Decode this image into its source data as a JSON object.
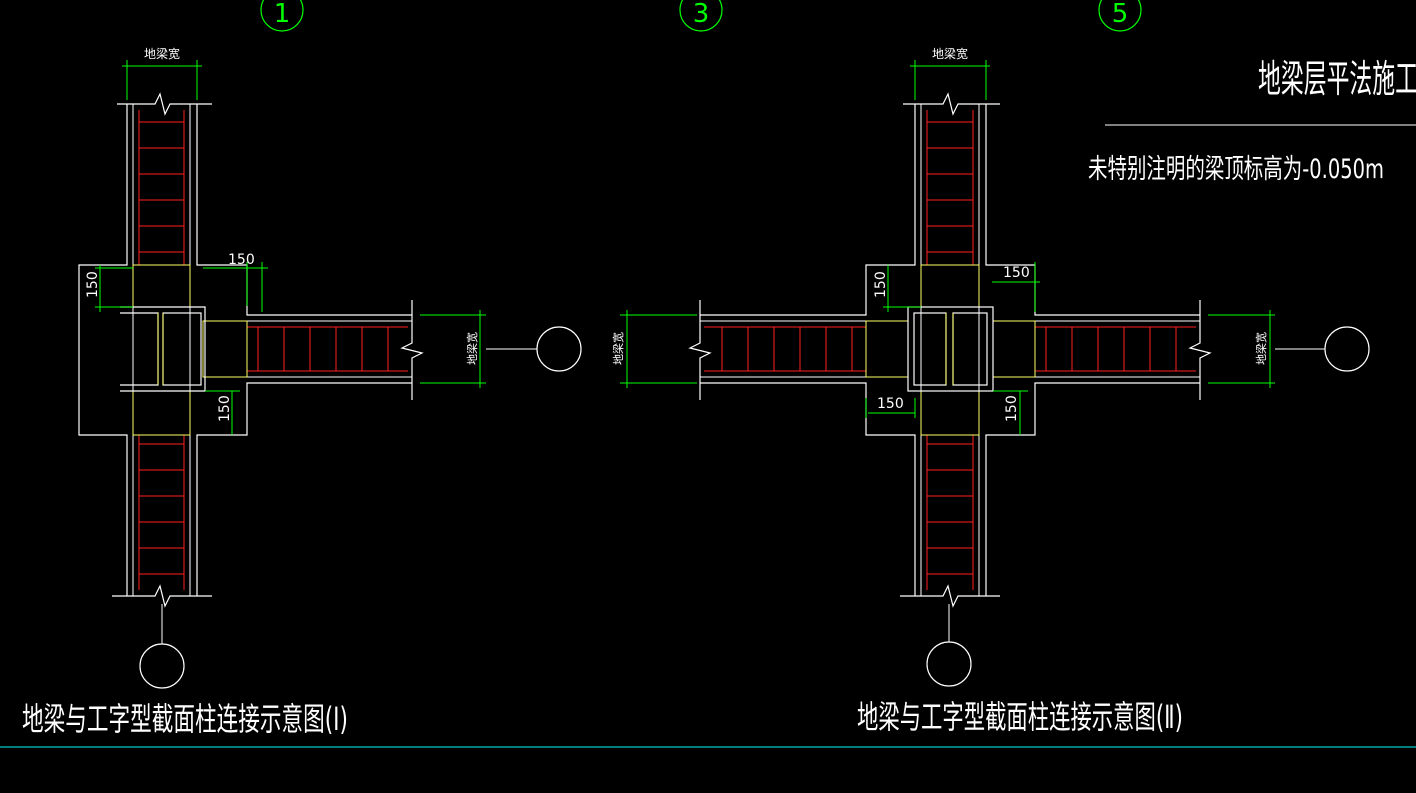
{
  "colors": {
    "background": "#000000",
    "outline": "#ffffff",
    "rebar": "#ff2020",
    "dimension": "#00ff00",
    "steel": "#ffff66",
    "grid_bubble": "#00ff00",
    "border_line": "#00c8c8"
  },
  "grid_bubbles_top": [
    "1",
    "3",
    "5"
  ],
  "drawing_title": "地梁层平法施工",
  "elevation_note": "未特别注明的梁顶标高为-0.050m",
  "dim_labels": {
    "beam_width": "地梁宽",
    "offset_150": "150"
  },
  "detail_1": {
    "caption": "地梁与工字型截面柱连接示意图(Ⅰ)"
  },
  "detail_2": {
    "caption": "地梁与工字型截面柱连接示意图(Ⅱ)"
  }
}
